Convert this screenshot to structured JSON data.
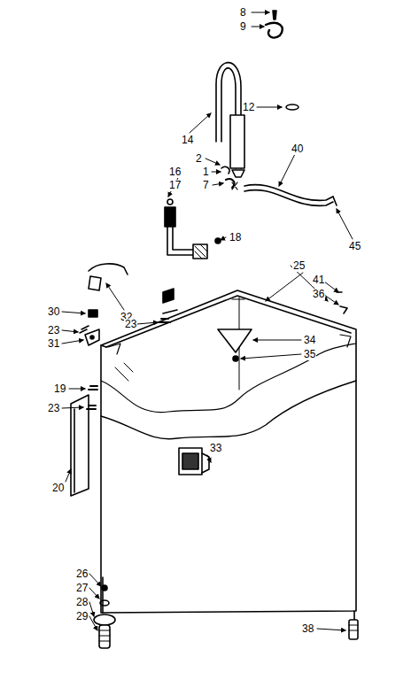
{
  "diagram": {
    "labels": [
      "8",
      "9",
      "12",
      "14",
      "2",
      "1",
      "7",
      "40",
      "45",
      "16",
      "17",
      "18",
      "25",
      "41",
      "36",
      "30",
      "32",
      "23",
      "23",
      "31",
      "34",
      "35",
      "19",
      "33",
      "23",
      "20",
      "26",
      "27",
      "28",
      "29",
      "38"
    ]
  }
}
